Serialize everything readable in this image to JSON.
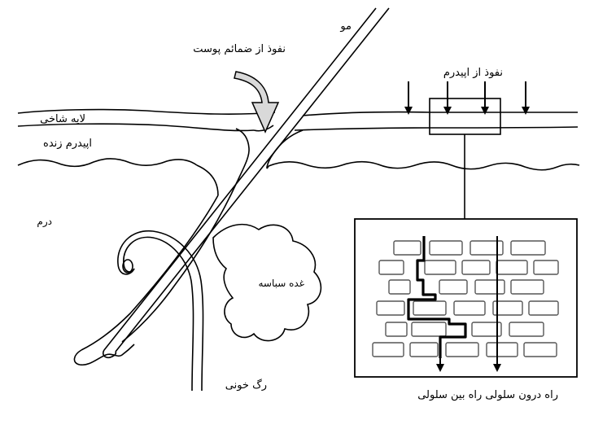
{
  "labels": {
    "hair": "مو",
    "appendage_penetration": "نفوذ از ضمائم پوست",
    "epidermis_penetration": "نفوذ از اپیدرم",
    "stratum_corneum": "لایه شاخی",
    "viable_epidermis": "اپیدرم زنده",
    "dermis": "درم",
    "sebaceous_gland": "غده سباسه",
    "blood_vessel": "رگ خونی",
    "pathways": "راه درون سلولی  راه بین سلولی"
  }
}
